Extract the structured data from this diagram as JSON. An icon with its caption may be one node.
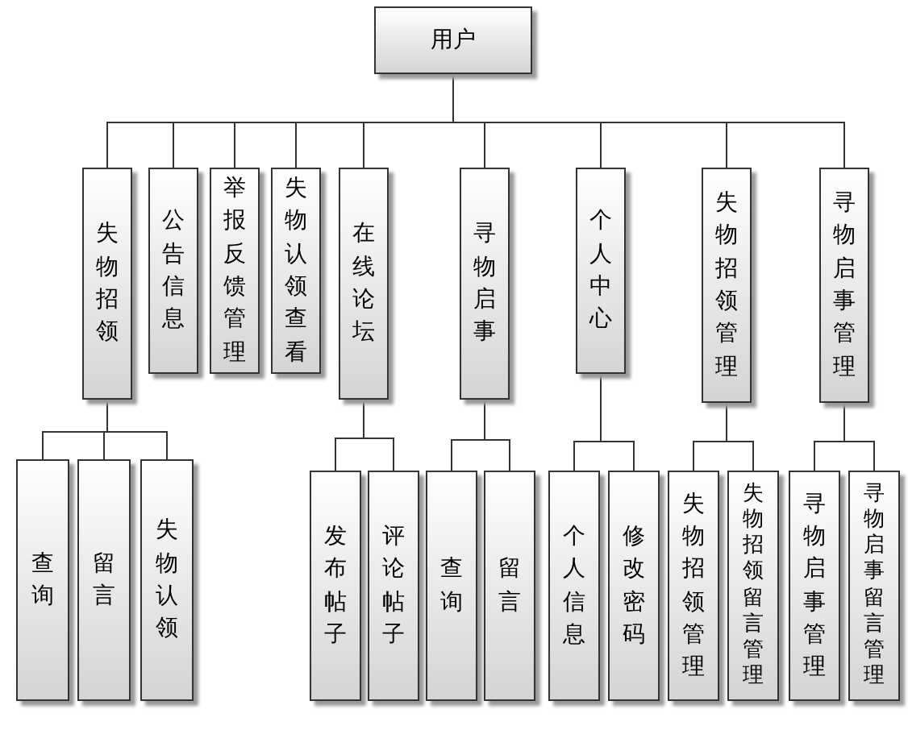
{
  "diagram": {
    "nodes": [
      {
        "text": [
          "用户"
        ]
      },
      {
        "text": [
          "失物招领"
        ]
      },
      {
        "text": [
          "公告信息"
        ]
      },
      {
        "text": [
          "举报反馈管理"
        ]
      },
      {
        "text": [
          "失物认领查看"
        ]
      },
      {
        "text": [
          "在线论坛"
        ]
      },
      {
        "text": [
          "寻物启事"
        ]
      },
      {
        "text": [
          "个人中心"
        ]
      },
      {
        "text": [
          "失物招领管理"
        ]
      },
      {
        "text": [
          "寻物启事管理"
        ]
      },
      {
        "text": [
          "查询"
        ]
      },
      {
        "text": [
          "留言"
        ]
      },
      {
        "text": [
          "失物认领"
        ]
      },
      {
        "text": [
          "发布帖子"
        ]
      },
      {
        "text": [
          "评论帖子"
        ]
      },
      {
        "text": [
          "查询"
        ]
      },
      {
        "text": [
          "留言"
        ]
      },
      {
        "text": [
          "个人信息"
        ]
      },
      {
        "text": [
          "修改密码"
        ]
      },
      {
        "text": [
          "失物招领管理"
        ]
      },
      {
        "text": [
          "失物招领留言管理"
        ]
      },
      {
        "text": [
          "寻物启事管理"
        ]
      },
      {
        "text": [
          "寻物启事留言管理"
        ]
      }
    ],
    "edges": [
      {
        "from": 0,
        "to": 1,
        "arrow": "none"
      },
      {
        "from": 0,
        "to": 2,
        "arrow": "none"
      },
      {
        "from": 0,
        "to": 3,
        "arrow": "none"
      },
      {
        "from": 0,
        "to": 4,
        "arrow": "none"
      },
      {
        "from": 0,
        "to": 5,
        "arrow": "none"
      },
      {
        "from": 0,
        "to": 6,
        "arrow": "none"
      },
      {
        "from": 0,
        "to": 7,
        "arrow": "none"
      },
      {
        "from": 0,
        "to": 8,
        "arrow": "none"
      },
      {
        "from": 0,
        "to": 9,
        "arrow": "none"
      },
      {
        "from": 1,
        "to": 10,
        "arrow": "none"
      },
      {
        "from": 1,
        "to": 11,
        "arrow": "none"
      },
      {
        "from": 1,
        "to": 12,
        "arrow": "none"
      },
      {
        "from": 5,
        "to": 13,
        "arrow": "none"
      },
      {
        "from": 5,
        "to": 14,
        "arrow": "none"
      },
      {
        "from": 6,
        "to": 15,
        "arrow": "none"
      },
      {
        "from": 6,
        "to": 16,
        "arrow": "none"
      },
      {
        "from": 7,
        "to": 17,
        "arrow": "none"
      },
      {
        "from": 7,
        "to": 18,
        "arrow": "none"
      },
      {
        "from": 8,
        "to": 19,
        "arrow": "none"
      },
      {
        "from": 8,
        "to": 20,
        "arrow": "none"
      },
      {
        "from": 9,
        "to": 21,
        "arrow": "none"
      },
      {
        "from": 9,
        "to": 22,
        "arrow": "none"
      }
    ]
  }
}
